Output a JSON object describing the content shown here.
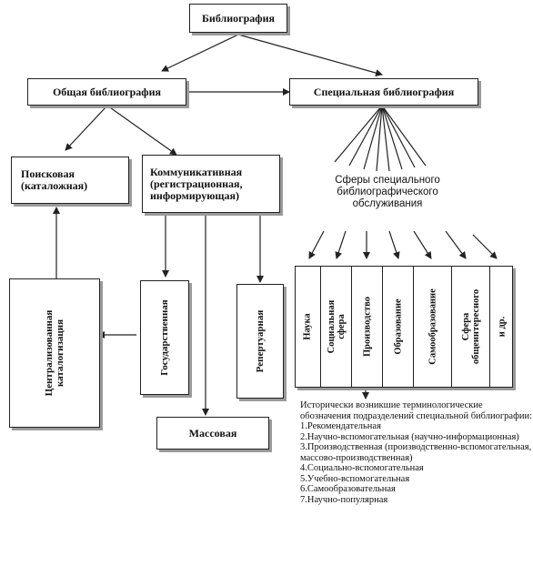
{
  "nodes": {
    "root": "Библиография",
    "general": "Общая библиография",
    "special": "Специальная библиография",
    "search": "Поисковая (каталожная)",
    "comm": "Коммуникативная (регистрационная, информирующая)",
    "central": "Централизованная каталогизация",
    "state": "Государственная",
    "mass": "Массовая",
    "repertoire": "Репертуарная"
  },
  "spheres_title": "Сферы специального библиографического обслуживания",
  "spheres": [
    "Наука",
    "Социальная сфера",
    "Производство",
    "Образование",
    "Самообразование",
    "Сфера общеинтересного",
    "и др."
  ],
  "notes": {
    "intro": "Исторически возникшие терминологические обозначения подразделений специальной библиографии:",
    "items": [
      "1.Рекомендательная",
      "2.Научно-вспомогательная (научно-информационная)",
      "3.Производственная (производственно-вспомогательная, массово-производственная)",
      "4.Социально-вспомогательная",
      "5.Учебно-вспомогательная",
      "6.Самообразовательная",
      "7.Научно-популярная"
    ]
  }
}
